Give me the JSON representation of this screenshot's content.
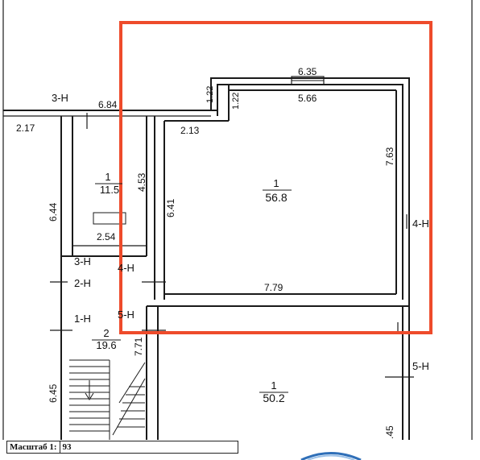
{
  "colors": {
    "line": "#1a1a1a",
    "highlight": "#ee4b2b"
  },
  "dims": {
    "top_635": "6.35",
    "top_566": "5.66",
    "left_122_a": "1.22",
    "left_122_b": "1.22",
    "d_684": "6.84",
    "d_217": "2.17",
    "d_213": "2.13",
    "d_763": "7.63",
    "d_453": "4.53",
    "d_641": "6.41",
    "d_644": "6.44",
    "d_254": "2.54",
    "d_779": "7.79",
    "d_771": "7.71",
    "d_645": "6.45",
    "d_45": ".45"
  },
  "rooms": {
    "main_num": "1",
    "main_area": "56.8",
    "small_num": "1",
    "small_area": "11.5",
    "stair_num": "2",
    "stair_area": "19.6",
    "lower_num": "1",
    "lower_area": "50.2"
  },
  "sections": {
    "s3h_top": "3-H",
    "s4h_right": "4-H",
    "s3h_mid": "3-H",
    "s4h_mid": "4-H",
    "s2h": "2-H",
    "s5h_left": "5-H",
    "s1h": "1-H",
    "s5h_right": "5-H"
  },
  "footer": {
    "scale_label": "Масштаб 1:",
    "scale_value": "93"
  }
}
